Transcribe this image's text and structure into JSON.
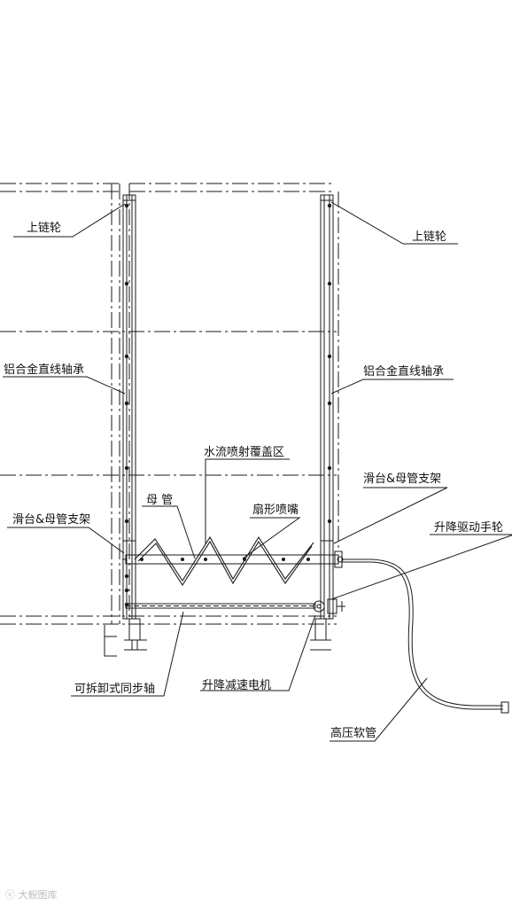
{
  "labels": {
    "upper_sprocket_left": "上链轮",
    "upper_sprocket_right": "上链轮",
    "linear_bearing_left": "铝合金直线轴承",
    "linear_bearing_right": "铝合金直线轴承",
    "spray_zone": "水流喷射覆盖区",
    "slide_support_left": "滑台&母管支架",
    "slide_support_right": "滑台&母管支架",
    "mother_pipe": "母 管",
    "fan_nozzle": "扇形喷嘴",
    "handwheel": "升降驱动手轮",
    "sync_shaft": "可拆卸式同步轴",
    "motor": "升降减速电机",
    "hose": "高压软管"
  },
  "watermark": "大鲵图库",
  "colors": {
    "line": "#1a1a1a",
    "background": "#ffffff"
  }
}
